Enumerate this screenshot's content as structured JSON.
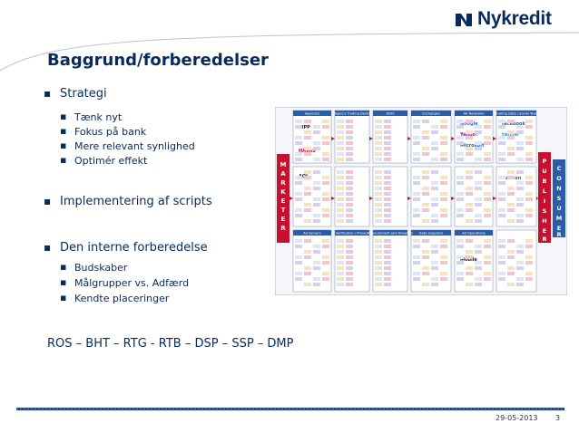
{
  "logo": {
    "text": "Nykredit"
  },
  "slide": {
    "title": "Baggrund/forberedelser",
    "sections": [
      {
        "label": "Strategi",
        "items": [
          "Tænk nyt",
          "Fokus på bank",
          "Mere relevant synlighed",
          "Optimér effekt"
        ]
      },
      {
        "label": "Implementering af scripts",
        "items": []
      },
      {
        "label": "Den interne forberedelse",
        "items": [
          "Budskaber",
          "Målgrupper vs. Adfærd",
          "Kendte placeringer"
        ]
      }
    ],
    "chain": "ROS – BHT – RTG - RTB – DSP – SSP – DMP"
  },
  "footer": {
    "date": "29-05-2013",
    "page": "3"
  },
  "landscape": {
    "left_label": "MARKETER",
    "right_label_1": "PUBLISHER",
    "right_label_2": "CONSUMER",
    "columns": [
      "Agencies",
      "Agency Trading Desks",
      "DSPs",
      "Exchanges",
      "Ad Networks",
      "Sharing Data / Social Tools"
    ],
    "bottom_labels": [
      "Ad Servers",
      "Verification / Privacy",
      "Measurement and Analytics",
      "Data Suppliers",
      "Ad Operations"
    ],
    "brands": [
      "WPP",
      "HAVAS",
      "AOL",
      "Google",
      "Yahoo!",
      "Microsoft",
      "facebook",
      "twitter",
      "rubicon",
      "Mobile"
    ]
  },
  "colors": {
    "brand": "#0a2a5c",
    "accent_blue": "#2a5ca8",
    "red": "#c8102e"
  }
}
